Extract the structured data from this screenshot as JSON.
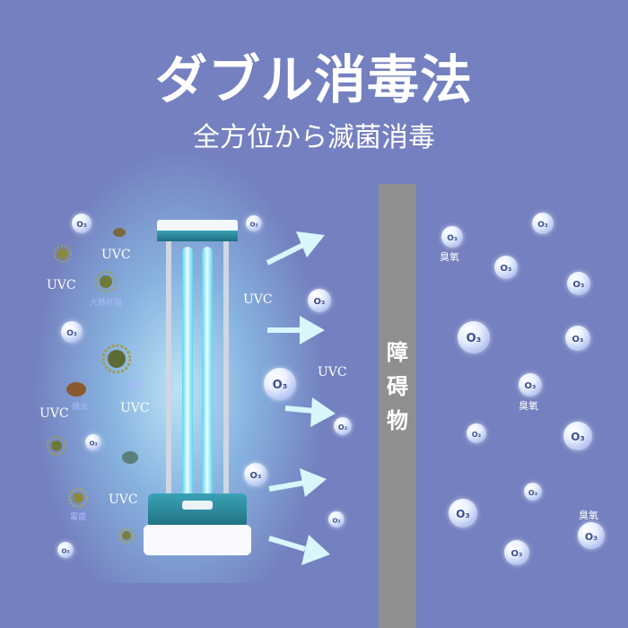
{
  "title": "ダブル消毒法",
  "subtitle": "全方位から滅菌消毒",
  "barrier": {
    "chars": [
      "障",
      "碍",
      "物"
    ]
  },
  "uvc_label": "UVC",
  "ozone_label": "臭氧",
  "ozone_symbol": "O3",
  "virus_labels": [
    "大肠杆菌",
    "病毒",
    "螨虫",
    "霉菌"
  ],
  "colors": {
    "background": "#7480bf",
    "barrier": "#8f8f92",
    "arrow": "#d8f6fb",
    "lamp_tube": "#8fe3f3",
    "lamp_base": "#2f8ea2"
  }
}
